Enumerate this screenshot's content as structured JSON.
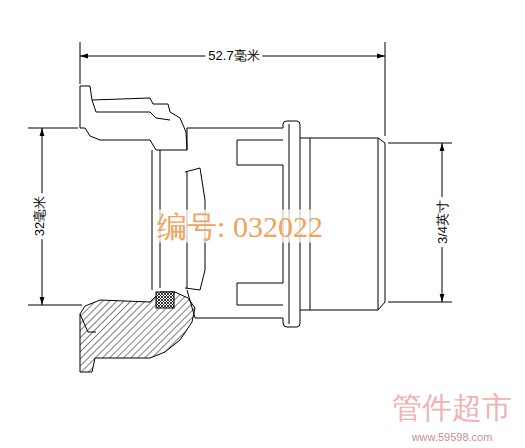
{
  "diagram": {
    "labels": [
      "52.7毫米",
      "32毫米",
      "3/4英寸",
      "编号: 032022",
      "管件超市",
      "www.59598.com"
    ]
  }
}
